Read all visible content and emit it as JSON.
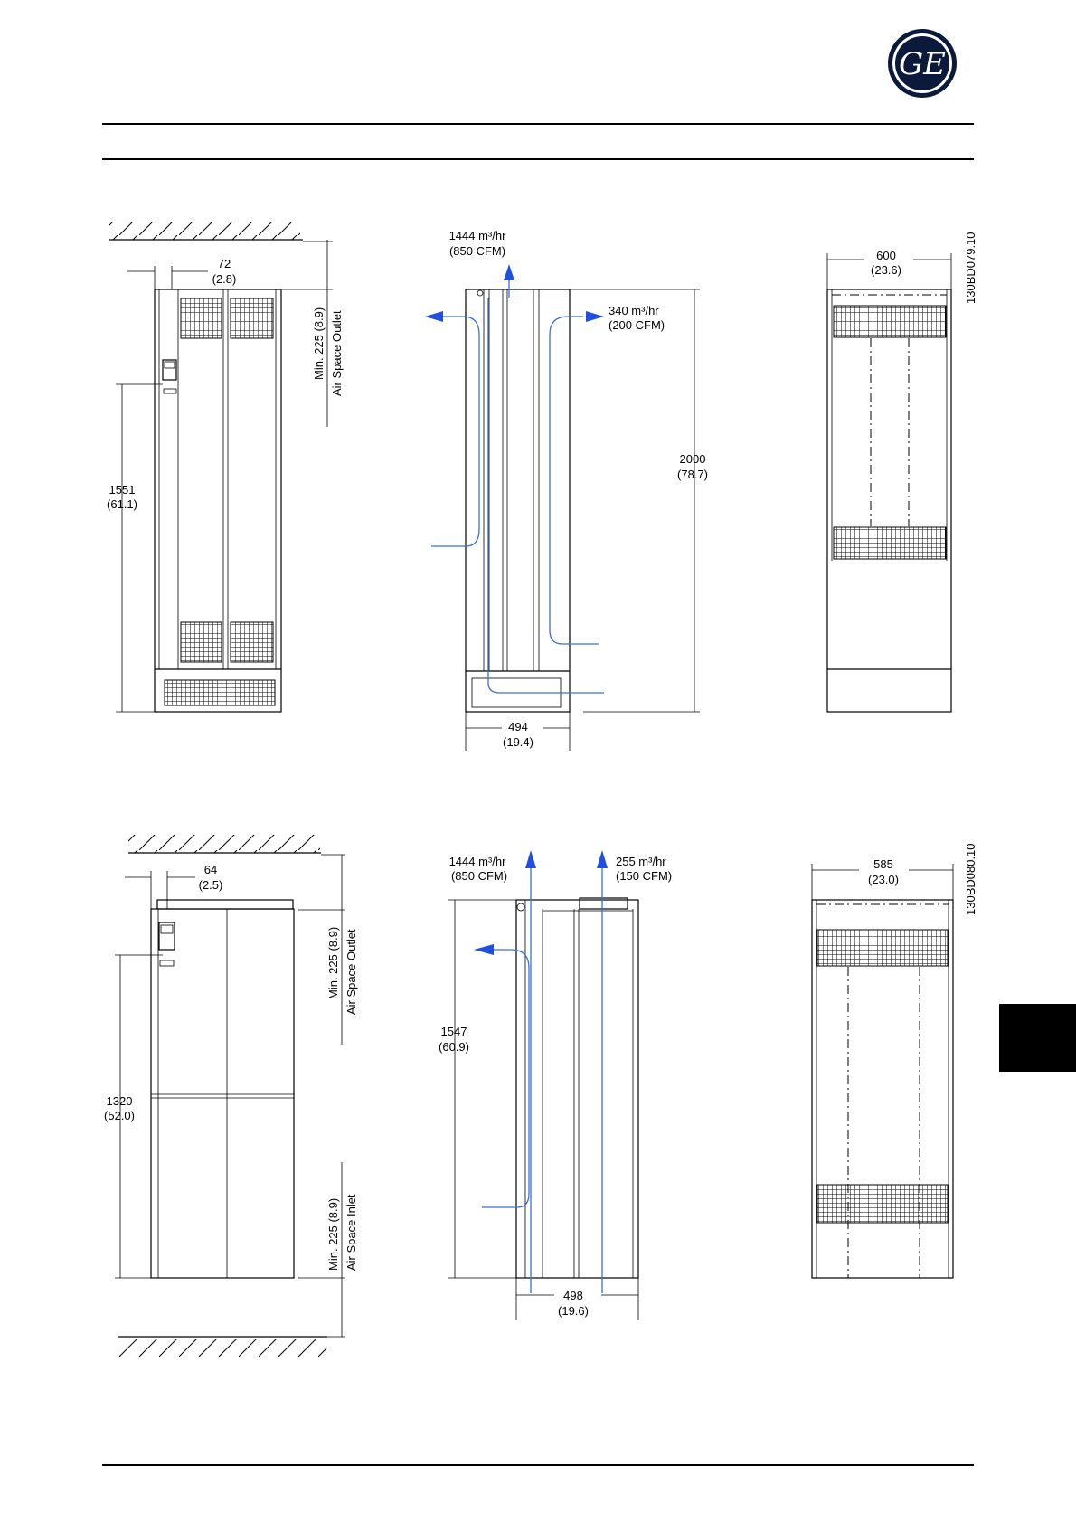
{
  "header": {
    "logo_text": "GE"
  },
  "drawing_top": {
    "id_code": "130BD079.10",
    "front": {
      "dim_width_mm": "72",
      "dim_width_in": "(2.8)",
      "dim_height_mm": "1551",
      "dim_height_in": "(61.1)",
      "clearance_line1": "Min. 225 (8.9)",
      "clearance_line2": "Air Space Outlet"
    },
    "side": {
      "flow_top_line1": "1444 m³/hr",
      "flow_top_line2": "(850 CFM)",
      "flow_right_line1": "340 m³/hr",
      "flow_right_line2": "(200 CFM)",
      "dim_height_mm": "2000",
      "dim_height_in": "(78.7)",
      "dim_depth_mm": "494",
      "dim_depth_in": "(19.4)"
    },
    "rear": {
      "dim_width_mm": "600",
      "dim_width_in": "(23.6)"
    }
  },
  "drawing_bottom": {
    "id_code": "130BD080.10",
    "front": {
      "dim_width_mm": "64",
      "dim_width_in": "(2.5)",
      "dim_height_mm": "1320",
      "dim_height_in": "(52.0)",
      "outlet_line1": "Min. 225 (8.9)",
      "outlet_line2": "Air Space Outlet",
      "inlet_line1": "Min. 225 (8.9)",
      "inlet_line2": "Air Space Inlet"
    },
    "side": {
      "flow_left_line1": "1444 m³/hr",
      "flow_left_line2": "(850 CFM)",
      "flow_right_line1": "255 m³/hr",
      "flow_right_line2": "(150 CFM)",
      "dim_height_mm": "1547",
      "dim_height_in": "(60.9)",
      "dim_depth_mm": "498",
      "dim_depth_in": "(19.6)"
    },
    "rear": {
      "dim_width_mm": "585",
      "dim_width_in": "(23.0)"
    }
  },
  "colors": {
    "airflow_arrow": "#1f4fe0",
    "airflow_line": "#3b6fd8",
    "ink": "#000000"
  }
}
